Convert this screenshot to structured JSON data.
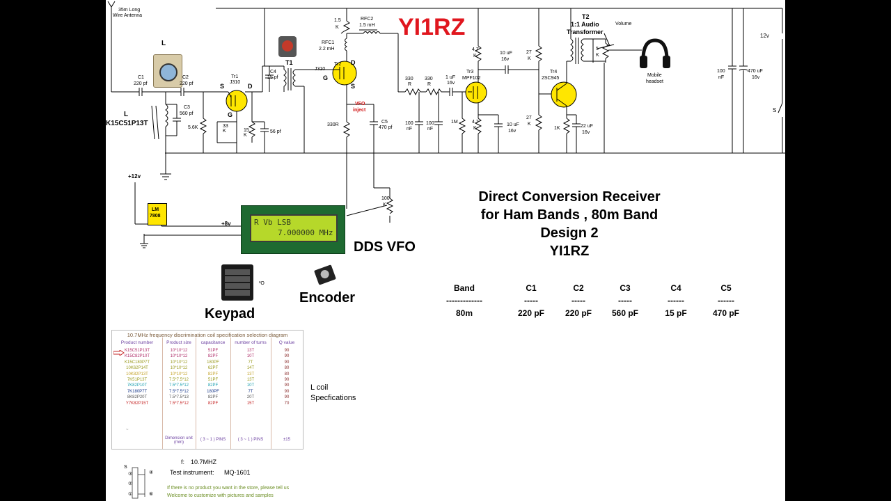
{
  "call_sign": "YI1RZ",
  "title_lines": [
    "Direct Conversion Receiver",
    "for Ham Bands , 80m Band",
    "Design 2",
    "YI1RZ"
  ],
  "antenna": {
    "line1": "35m Long",
    "line2": "Wire Antenna"
  },
  "labels": {
    "coil_L_top": "L",
    "coil_L_left": "L",
    "coil_part": "K15C51P13T",
    "c1": "C1",
    "c1_val": "220 pf",
    "c2": "C2",
    "c2_val": "220 pf",
    "c3": "C3",
    "c3_val": "560 pf",
    "r_5k6": "5.6K",
    "tr1": "Tr1",
    "tr1_type": "J310",
    "tr2": "Tr2",
    "tr2_type": "J310",
    "tr3": "Tr3",
    "tr3_type": "MPF102",
    "tr4": "Tr4",
    "tr4_type": "2SC945",
    "pin_S": "S",
    "pin_D": "D",
    "pin_G": "G",
    "c4": "C4",
    "c4_val": "15 pf",
    "t1": "T1",
    "r33k": "33\nK",
    "r15k": "15\nK",
    "c56": "56 pf",
    "r1k5_a": "1.5",
    "r1k5_b": "K",
    "rfc1": "RFC1",
    "rfc1_val": "2.2 mH",
    "rfc2": "RFC2",
    "rfc2_val": "1.5 mH",
    "vfo_inject_1": "VFO",
    "vfo_inject_2": "inject",
    "r330": "330R",
    "c5": "C5",
    "c5_val": "470 pf",
    "r330a": "330",
    "r330a_unit": "R",
    "r330b": "330",
    "r330b_unit": "R",
    "c100nf_a": "100",
    "c100nf_a_unit": "nF",
    "c100nf_b": "100",
    "c100nf_b_unit": "nF",
    "c1uf": "1 uF",
    "c1uf_v": "16v",
    "r1m": "1M",
    "r47k_a": "4.7",
    "r47k_a_unit": "K",
    "r47k_b": "4.7",
    "r47k_b_unit": "K",
    "c10uf_a": "10 uF",
    "c10uf_a_v": "16v",
    "c10uf_b": "10 uF",
    "c10uf_b_v": "16v",
    "r27k_a": "27",
    "r27k_a_unit": "K",
    "r27k_b": "27",
    "r27k_b_unit": "K",
    "r1k": "1K",
    "c22uf": "22 uF",
    "c22uf_v": "16v",
    "t2": "T2",
    "t2_l1": "1:1 Audio",
    "t2_l2": "Transformer",
    "volume": "Volume",
    "r5k": "5",
    "r5k_unit": "K",
    "headset_1": "Mobile",
    "headset_2": "headset",
    "c100nf_c": "100",
    "c100nf_c_unit": "nF",
    "c470uf": "470 uF",
    "c470uf_v": "16v",
    "v12": "12v",
    "switch": "S",
    "v12_plus": "+12v",
    "lm7808_1": "LM",
    "lm7808_2": "7808",
    "v8": "+8v",
    "pot100k_1": "100",
    "pot100k_2": "K",
    "dds_vfo": "DDS VFO",
    "keypad": "Keypad",
    "encoder": "Encoder"
  },
  "lcd": {
    "line1": "R  Vb  LSB",
    "line2": "7.000000 MHz"
  },
  "table": {
    "headers": [
      "Band",
      "C1",
      "C2",
      "C3",
      "C4",
      "C5"
    ],
    "dashes": [
      "-------------",
      "-----",
      "-----",
      "-----",
      "------",
      "------"
    ],
    "values": [
      "80m",
      "220 pF",
      "220 pF",
      "560 pF",
      "15 pF",
      "470 pF"
    ]
  },
  "coil_spec": {
    "title": "10.7MHz frequency discrimination coil specification selection diagram",
    "headers": [
      "Product number",
      "Product size",
      "capacitance",
      "number of turns",
      "Q value"
    ],
    "rows": [
      [
        "K15C51P13T",
        "10*10*12",
        "51PF",
        "13T",
        "90"
      ],
      [
        "K15C82P10T",
        "10*10*12",
        "82PF",
        "10T",
        "90"
      ],
      [
        "K15C180P7T",
        "10*10*12",
        "180PF",
        "7T",
        "90"
      ],
      [
        "10K62P14T",
        "10*10*12",
        "62PF",
        "14T",
        "80"
      ],
      [
        "10K82P13T",
        "10*10*12",
        "82PF",
        "13T",
        "80"
      ],
      [
        "7K51P13T",
        "7.5*7.5*12",
        "51PF",
        "13T",
        "90"
      ],
      [
        "7K82P10T",
        "7.5*7.5*12",
        "82PF",
        "10T",
        "90"
      ],
      [
        "7K180P7T",
        "7.5*7.5*12",
        "180PF",
        "7T",
        "90"
      ],
      [
        "8K82P20T",
        "7.5*7.5*13",
        "82PF",
        "20T",
        "90"
      ],
      [
        "Y7K82P15T",
        "7.5*7.5*12",
        "82PF",
        "15T",
        "70"
      ]
    ],
    "row_colors": [
      "#b0306b",
      "#b0306b",
      "#9a9a1e",
      "#9a9a1e",
      "#c4a32a",
      "#9a9a1e",
      "#1ea0b0",
      "#1a3a8a",
      "#555555",
      "#c62828"
    ],
    "foot": [
      "Dimension unit\n(mm)",
      "( 3 ~ 1 ) PINS",
      "( 3 ~ 1 ) PINS",
      "±15"
    ],
    "tilde": "~"
  },
  "coil_caption": {
    "line1": "L coil",
    "line2": "Specfications"
  },
  "bottom": {
    "freq_label": "f:",
    "freq_value": "10.7MHZ",
    "test_label": "Test instrument:",
    "test_value": "MQ-1601",
    "note1": "If there is no product you want in the store, please tell us",
    "note2": "Welcome to customize with pictures and samples",
    "pins": [
      "S",
      "③",
      "②",
      "①",
      "④",
      "⑥"
    ],
    "small_o": "²O"
  }
}
